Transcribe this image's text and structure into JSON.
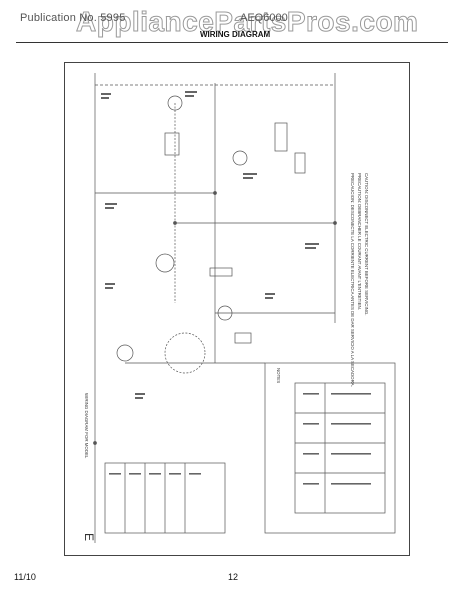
{
  "header": {
    "watermark": "AppliancePartsPros.com",
    "brand": "Publication No. 5995",
    "model": "AEQ6000",
    "title": "WIRING DIAGRAM"
  },
  "diagram": {
    "caution_lines": [
      "CAUTION: DISCONNECT ELECTRIC CURRENT BEFORE SERVICING.",
      "PRECAUTION: DEBRANCHER LE COURANT AVANT L'ENTRETIEN.",
      "PRECAUCION: DESCONECTE LA CORRIENTE ELECTRICA ANTES DE DAR SERVICIO A LA SECADORA."
    ],
    "notes_title": "NOTES",
    "wiring_note": "WIRING DIAGRAM FOR MODEL",
    "corner_mark": "E"
  },
  "footer": {
    "date": "11/10",
    "page": "12"
  }
}
